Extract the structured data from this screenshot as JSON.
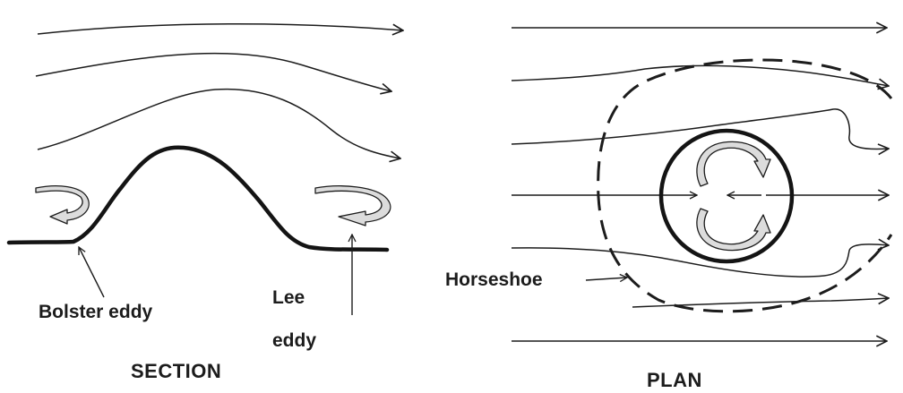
{
  "section": {
    "title": "SECTION",
    "bolster_label": "Bolster eddy",
    "lee_label_line1": "Lee",
    "lee_label_line2": "eddy"
  },
  "plan": {
    "title": "PLAN",
    "horseshoe_label": "Horseshoe"
  },
  "colors": {
    "ink": "#1c1c1c",
    "eddy_shade": "#d9d9d9",
    "background": "#ffffff"
  }
}
